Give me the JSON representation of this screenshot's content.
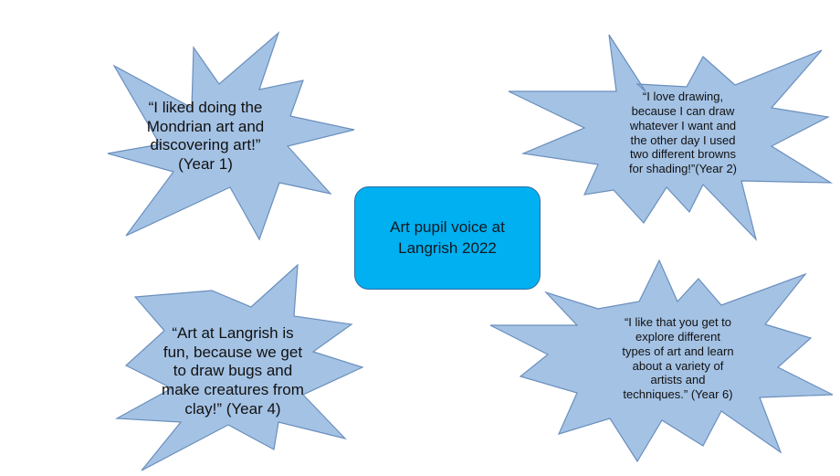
{
  "title": "Art pupil voice at\nLangrish 2022",
  "colors": {
    "burst_fill": "#a4c2e4",
    "burst_stroke": "#6a8fbd",
    "box_fill": "#00b0f0",
    "box_stroke": "#2f6fa7"
  },
  "quotes": [
    {
      "text": "“I liked doing the\nMondrian art and\ndiscovering art!”\n(Year 1)"
    },
    {
      "text": "“I love drawing,\nbecause I can draw\nwhatever I want and\nthe other day I used\ntwo different browns\nfor shading!”(Year 2)"
    },
    {
      "text": "“Art at Langrish is\nfun, because we get\nto draw bugs and\nmake creatures from\nclay!” (Year 4)"
    },
    {
      "text": "“I like that you get to\nexplore different\ntypes of art and learn\nabout a variety of\nartists and\ntechniques.” (Year 6)"
    }
  ]
}
